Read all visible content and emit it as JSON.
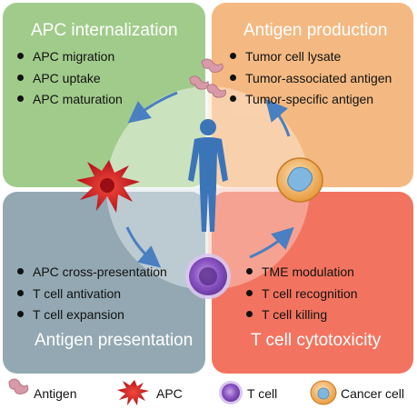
{
  "panels": {
    "apc_internalization": {
      "title": "APC  internalization",
      "items": [
        "APC migration",
        "APC uptake",
        "APC maturation"
      ]
    },
    "antigen_production": {
      "title": "Antigen production",
      "items": [
        "Tumor cell lysate",
        "Tumor-associated antigen",
        "Tumor-specific antigen"
      ]
    },
    "antigen_presentation": {
      "title": "Antigen presentation",
      "items": [
        "APC cross-presentation",
        "T cell antivation",
        "T cell expansion"
      ]
    },
    "t_cell_cytotoxicity": {
      "title": "T cell cytotoxicity",
      "items": [
        "TME modulation",
        "T cell recognition",
        "T cell killing"
      ]
    }
  },
  "legend": {
    "antigen": "Antigen",
    "apc": "APC",
    "t_cell": "T cell",
    "cancer_cell": "Cancer cell"
  },
  "colors": {
    "apc_internalization": "#a1cb8b",
    "antigen_production": "#f4b982",
    "antigen_presentation": "#93a8b2",
    "t_cell_cytotoxicity": "#f27460",
    "cycle_arrow": "#4a7fc1",
    "human_figure": "#3c74b8",
    "apc_cell": "#d61f26",
    "t_cell": "#7b3fb0",
    "cancer_cell": "#f0a24a",
    "antigen_particle": "#d89aa8"
  }
}
